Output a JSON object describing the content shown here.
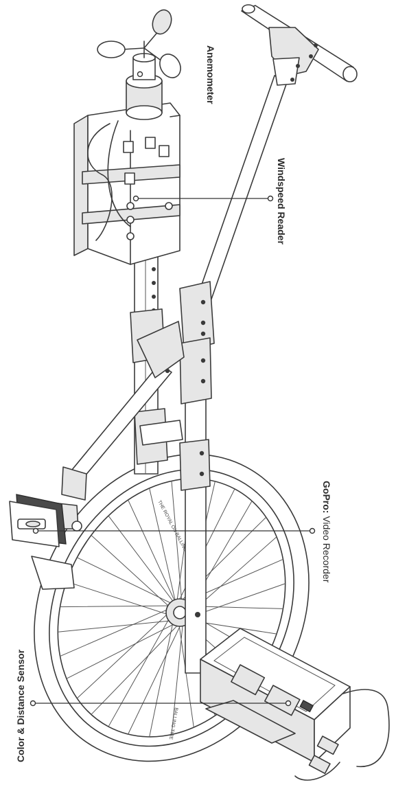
{
  "labels": {
    "anemometer": "Anemometer",
    "windspeed_reader": "Windspeed Reader",
    "gopro_bold": "GoPro:",
    "gopro_rest": " Video Recorder",
    "color_sensor": "Color & Distance Sensor"
  },
  "tire_text_1": "THE ROYAL ON BALLING",
  "tire_text_2": "BALLING TIRE",
  "colors": {
    "ink": "#3a3a3a",
    "background": "#ffffff"
  }
}
